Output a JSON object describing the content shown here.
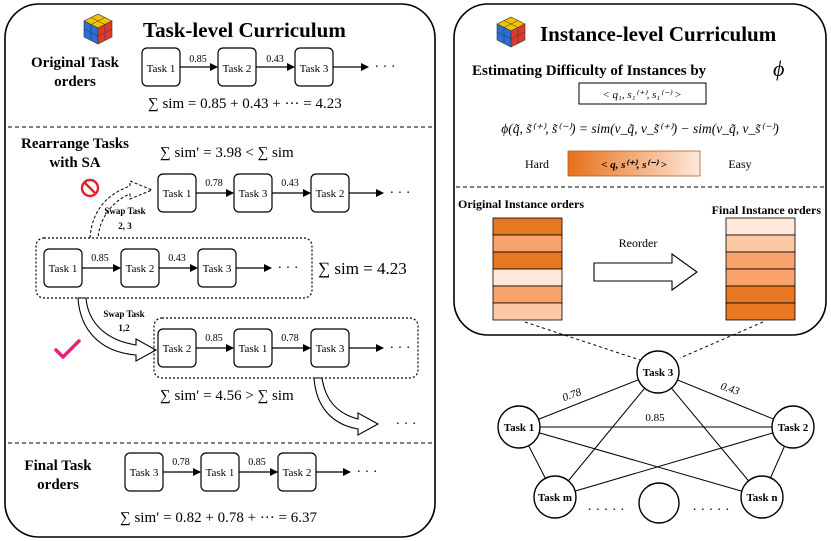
{
  "left": {
    "title": "Task-level Curriculum",
    "original": {
      "label_line1": "Original Task",
      "label_line2": "orders",
      "tasks": [
        "Task 1",
        "Task 2",
        "Task 3"
      ],
      "edges": [
        "0.85",
        "0.43"
      ],
      "sum_text": "∑ sim = 0.85 + 0.43 + ··· = 4.23",
      "sum_color": "#ff1a1a"
    },
    "rearrange": {
      "label_line1": "Rearrange Tasks",
      "label_line2": "with SA",
      "top_formula": "∑ sim′ = 3.98 < ∑ sim",
      "swap_top_line1": "Swap Task",
      "swap_top_line2": "2, 3",
      "rejected_tasks": [
        "Task 1",
        "Task 3",
        "Task 2"
      ],
      "rejected_edges": [
        "0.78",
        "0.43"
      ],
      "current_tasks": [
        "Task 1",
        "Task 2",
        "Task 3"
      ],
      "current_edges": [
        "0.85",
        "0.43"
      ],
      "current_sum": "∑ sim = 4.23",
      "swap_bottom_line1": "Swap Task",
      "swap_bottom_line2": "1,2",
      "accepted_tasks": [
        "Task 2",
        "Task 1",
        "Task 3"
      ],
      "accepted_edges": [
        "0.85",
        "0.78"
      ],
      "bottom_formula": "∑ sim′ = 4.56 > ∑ sim"
    },
    "final": {
      "label_line1": "Final Task",
      "label_line2": "orders",
      "tasks": [
        "Task 3",
        "Task 1",
        "Task 2"
      ],
      "edges": [
        "0.78",
        "0.85"
      ],
      "sum_text": "∑ sim′ = 0.82 + 0.78 + ··· = 6.37"
    },
    "ellipsis": "· · ·",
    "reject_color": "#e8202a",
    "check_color": "#e8207a"
  },
  "right": {
    "title": "Instance-level Curriculum",
    "subtitle": "Estimating Difficulty of Instances by",
    "phi": "ϕ",
    "triple": "< q₁, s₁⁽⁺⁾, s₁⁽⁻⁾ >",
    "formula": "ϕ(q̃, s̃⁽⁺⁾, s̃⁽⁻⁾) = sim(v_q̃, v_s̃⁽⁺⁾) − sim(v_q̃, v_s̃⁽⁻⁾)",
    "hard": "Hard",
    "easy": "Easy",
    "gradient_label": "< q, s⁽⁺⁾, s⁽⁻⁾ >",
    "orig_label": "Original Instance orders",
    "final_label": "Final Instance orders",
    "reorder": "Reorder",
    "orig_colors": [
      "#e87722",
      "#f7a36b",
      "#e87722",
      "#fde8d9",
      "#f7a36b",
      "#fbc9a6"
    ],
    "final_colors": [
      "#fde8d9",
      "#fbc9a6",
      "#f7a36b",
      "#f7a36b",
      "#e87722",
      "#e87722"
    ]
  },
  "graph": {
    "nodes": [
      "Task 3",
      "Task 1",
      "Task 2",
      "Task m",
      "Task n"
    ],
    "edge_31": "0.78",
    "edge_32": "0.43",
    "edge_12": "0.85",
    "dots_left": "· · · · ·",
    "dots_right": "· · · · ·"
  }
}
